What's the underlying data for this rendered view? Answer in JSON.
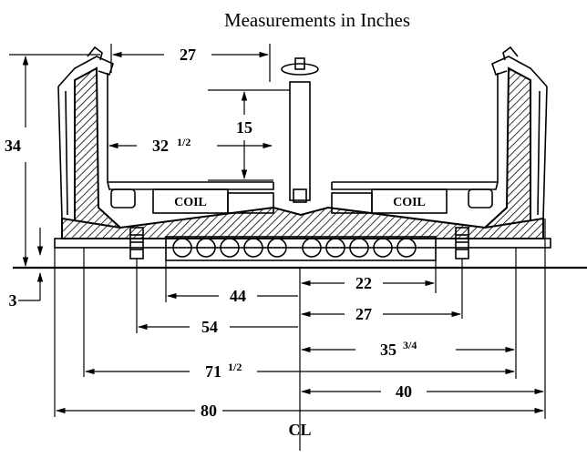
{
  "title": "Measurements in Inches",
  "labels": {
    "coil_left": "COIL",
    "coil_right": "COIL",
    "centerline": "CL"
  },
  "dimensions": {
    "d27_top": "27",
    "d15": "15",
    "d32_main": "32",
    "d32_frac": "1/2",
    "d34": "34",
    "d3": "3",
    "d44": "44",
    "d22": "22",
    "d27_bottom": "27",
    "d54": "54",
    "d35_main": "35",
    "d35_frac": "3/4",
    "d71_main": "71",
    "d71_frac": "1/2",
    "d40": "40",
    "d80": "80"
  }
}
